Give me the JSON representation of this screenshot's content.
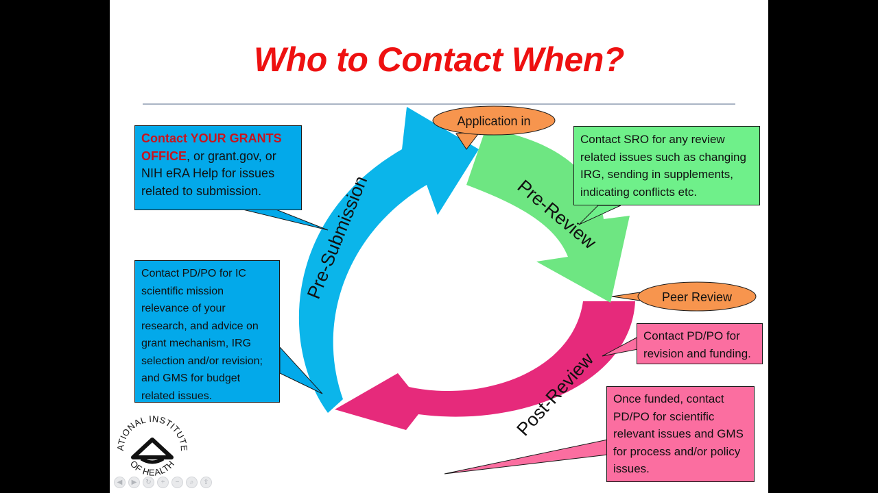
{
  "slide": {
    "title": "Who to Contact When?",
    "stages": {
      "pre_submission": "Pre-Submission",
      "pre_review": "Pre-Review",
      "post_review": "Post-Review"
    },
    "milestones": {
      "application_in": "Application in",
      "peer_review": "Peer Review"
    },
    "boxes": {
      "grants_office": {
        "emphasis": "Contact YOUR GRANTS OFFICE",
        "rest": ", or grant.gov, or NIH eRA Help for issues related to submission."
      },
      "pdpo_mission": "Contact PD/PO for IC scientific mission relevance of your research, and advice on grant mechanism, IRG selection and/or revision; and GMS for budget related issues.",
      "sro": "Contact SRO for  any review related issues such as changing IRG, sending in supplements, indicating conflicts etc.",
      "pdpo_revision": "Contact PD/PO for revision and funding.",
      "funded": "Once funded, contact PD/PO for scientific relevant issues and GMS for process and/or policy issues."
    },
    "logo": {
      "arc_top": "NATIONAL INSTITUTES",
      "arc_bottom": "OF HEALTH"
    }
  },
  "colors": {
    "title": "#ee1111",
    "blue": "#0bb5ea",
    "box_blue": "#03a9ea",
    "green": "#6ee682",
    "box_green": "#6ff08a",
    "pink": "#e62a7b",
    "box_pink": "#fb6ea0",
    "orange": "#f7954e"
  },
  "icons": [
    "back-icon",
    "forward-icon",
    "refresh-icon",
    "zoom-in-icon",
    "zoom-out-icon",
    "search-icon",
    "share-icon"
  ]
}
